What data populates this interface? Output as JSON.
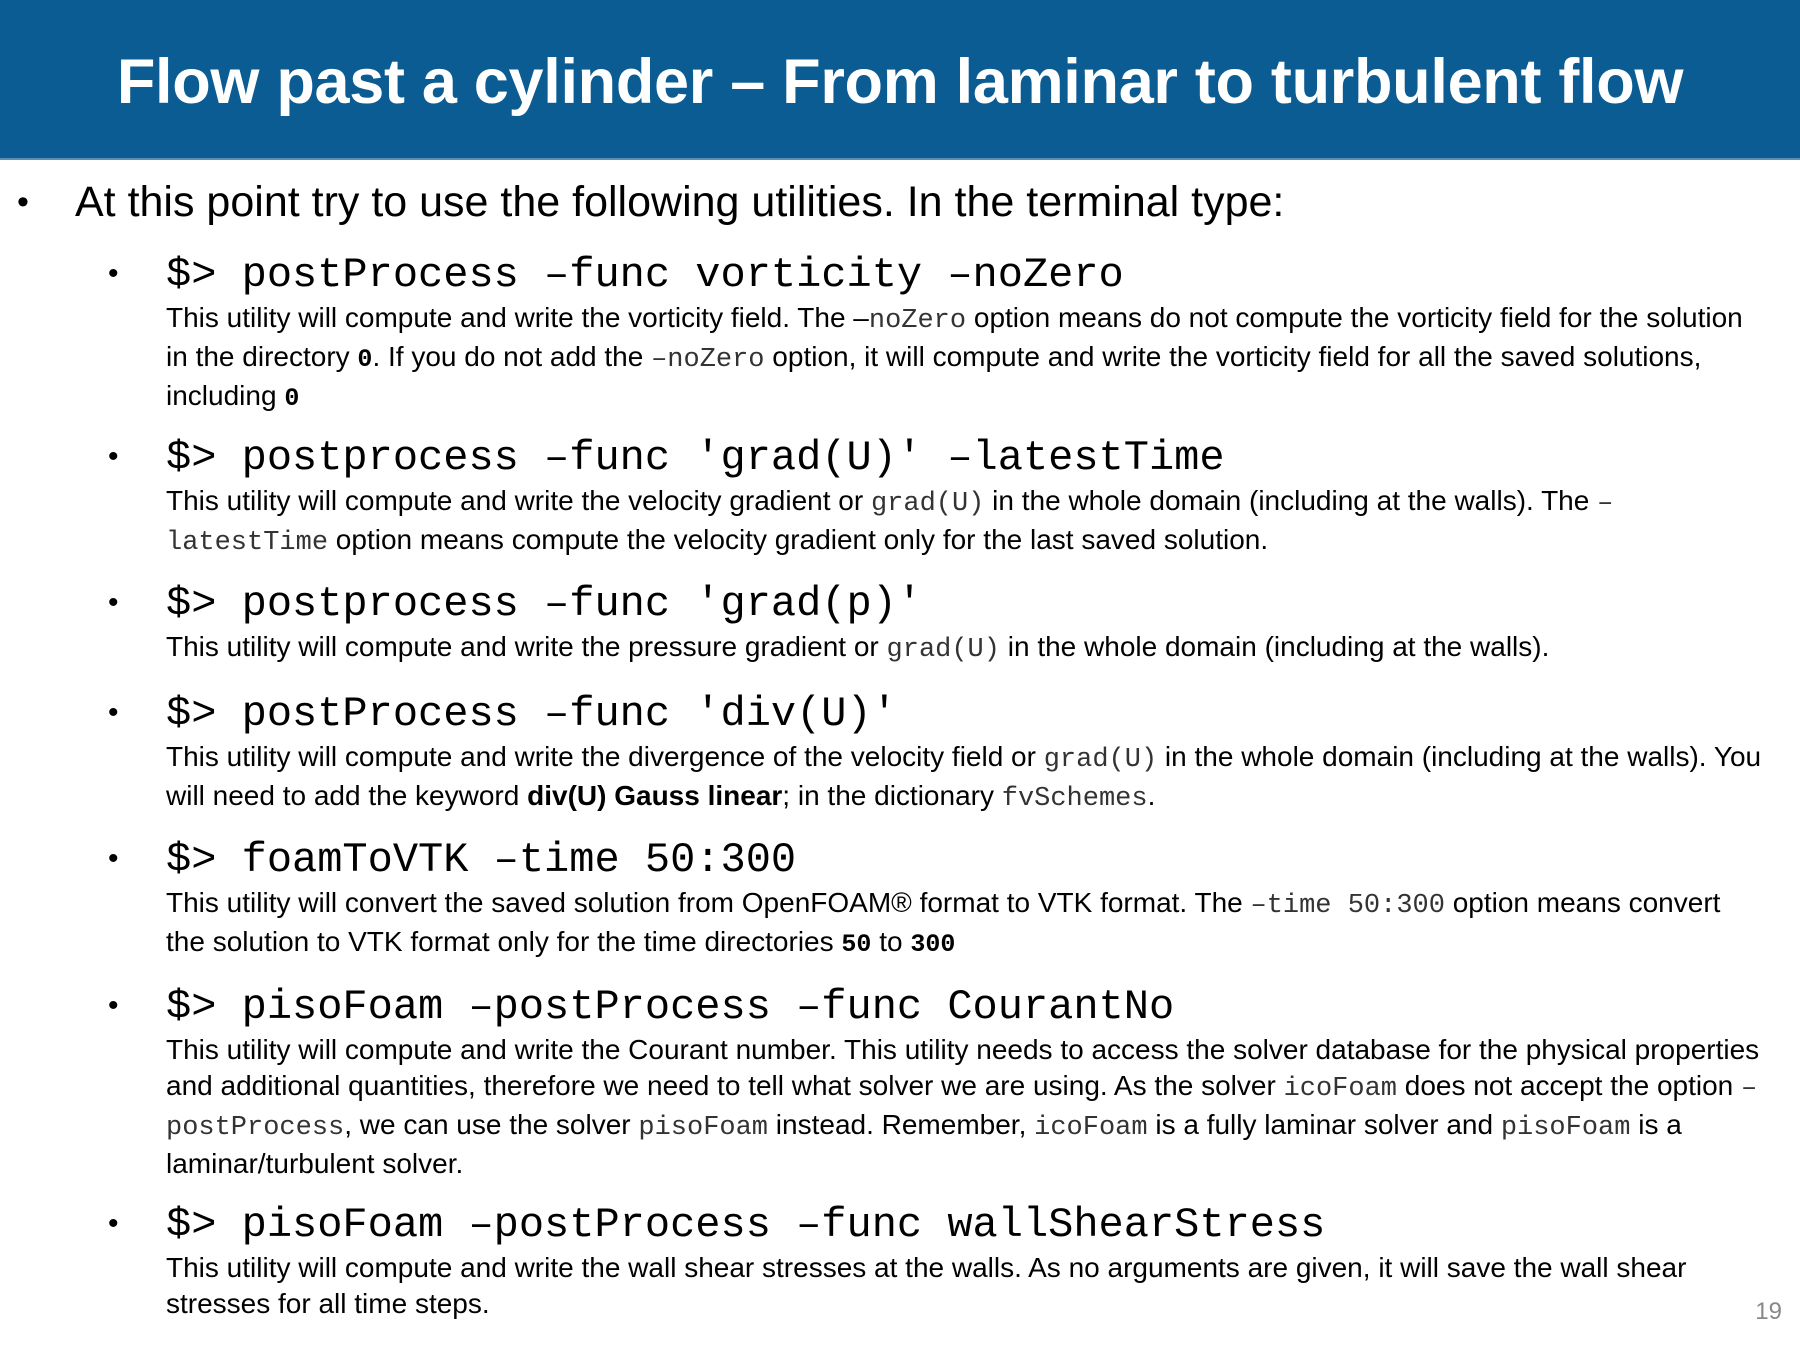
{
  "title": "Flow past a cylinder – From laminar to turbulent flow",
  "lead": "At this point try to use the following utilities. In the terminal type:",
  "bullet": "•",
  "items": [
    {
      "command": "$> postProcess –func vorticity –noZero",
      "d": [
        "This utility will compute and write the vorticity field. The –",
        "noZero",
        " option means do not compute the vorticity field for the solution in the directory ",
        "0",
        ".  If you do not add the ",
        "–noZero",
        " option, it will compute and write the vorticity field for all the saved solutions, including ",
        "0"
      ]
    },
    {
      "command": "$> postprocess –func 'grad(U)' –latestTime",
      "d": [
        "This utility will compute and write the velocity gradient or ",
        "grad(U)",
        "  in the whole domain (including at the walls).  The ",
        "–latestTime",
        "  option means compute the velocity gradient only for the last saved solution."
      ]
    },
    {
      "command": "$> postprocess –func 'grad(p)'",
      "d": [
        "This utility will compute and write the pressure gradient or ",
        "grad(U)",
        "  in the whole domain (including at the walls)."
      ]
    },
    {
      "command": "$> postProcess –func 'div(U)'",
      "d": [
        "This utility will compute and write the divergence of the velocity field or ",
        "grad(U)",
        "  in the whole domain (including at the walls).  You will need to add the keyword ",
        "div(U) Gauss linear",
        "; in the dictionary ",
        "fvSchemes",
        "."
      ]
    },
    {
      "command": "$> foamToVTK –time 50:300",
      "d": [
        "This utility will convert the saved solution from OpenFOAM® format to VTK format.  The ",
        "–time 50:300",
        "  option means convert the solution to VTK format only for the time directories ",
        "50",
        " to ",
        "300"
      ]
    },
    {
      "command": "$> pisoFoam –postProcess –func CourantNo",
      "d": [
        "This utility will compute and write the Courant number. This utility needs to access the solver database for the physical properties and additional quantities, therefore we need to tell what solver we are using.  As the solver ",
        "icoFoam",
        " does not accept the option ",
        "–postProcess",
        ", we can use the solver ",
        "pisoFoam",
        " instead. Remember, ",
        "icoFoam",
        " is a fully laminar solver and ",
        "pisoFoam",
        " is a laminar/turbulent solver."
      ]
    },
    {
      "command": "$> pisoFoam –postProcess –func wallShearStress",
      "d": [
        "This utility will compute and write the wall shear stresses at the walls.  As no arguments are given, it will save the wall shear stresses for all time steps."
      ]
    }
  ],
  "page_number": "19"
}
